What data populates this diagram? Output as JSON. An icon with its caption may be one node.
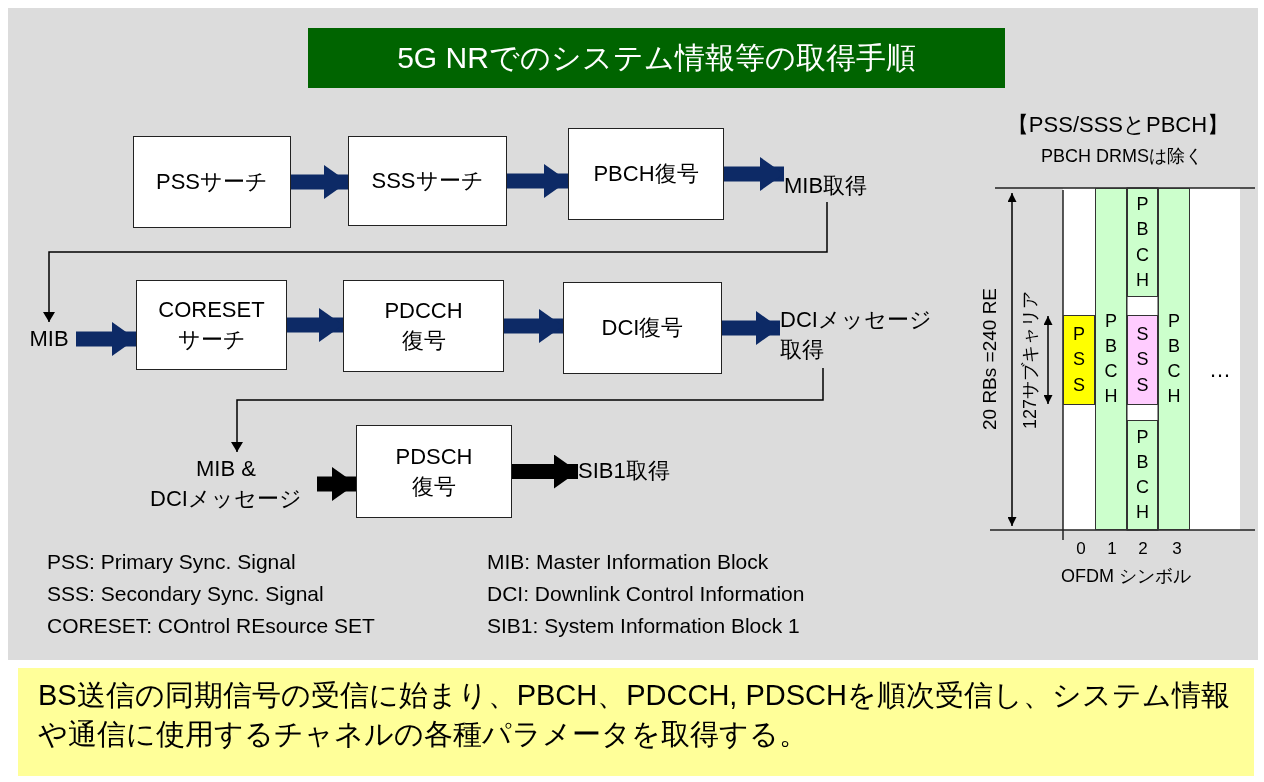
{
  "diagram": {
    "title": "5G NRでのシステム情報等の取得手順",
    "caption": "BS送信の同期信号の受信に始まり、PBCH、PDCCH, PDSCHを順次受信し、システム情報や通信に使用するチャネルの各種パラメータを取得する。",
    "nodes": [
      {
        "text": [
          "PSSサーチ"
        ]
      },
      {
        "text": [
          "SSSサーチ"
        ]
      },
      {
        "text": [
          "PBCH復号"
        ]
      },
      {
        "text": [
          "MIB取得"
        ]
      },
      {
        "text": [
          "MIB"
        ]
      },
      {
        "text": [
          "CORESET サーチ"
        ]
      },
      {
        "text": [
          "PDCCH 復号"
        ]
      },
      {
        "text": [
          "DCI復号"
        ]
      },
      {
        "text": [
          "DCIメッセージ取得"
        ]
      },
      {
        "text": [
          "MIB & DCIメッセージ"
        ]
      },
      {
        "text": [
          "PDSCH 復号"
        ]
      },
      {
        "text": [
          "SIB1取得"
        ]
      },
      {
        "text": [
          "PSS"
        ]
      },
      {
        "text": [
          "PBCH"
        ]
      },
      {
        "text": [
          "PBCH"
        ]
      },
      {
        "text": [
          "SSS"
        ]
      },
      {
        "text": [
          "PBCH"
        ]
      },
      {
        "text": [
          "PBCH"
        ]
      }
    ],
    "edges": [
      {
        "from": 0,
        "to": 1,
        "arrow": "to"
      },
      {
        "from": 1,
        "to": 2,
        "arrow": "to"
      },
      {
        "from": 2,
        "to": 3,
        "arrow": "to"
      },
      {
        "from": 3,
        "to": 4,
        "arrow": "to",
        "color": "#000000"
      },
      {
        "from": 4,
        "to": 5,
        "arrow": "to"
      },
      {
        "from": 5,
        "to": 6,
        "arrow": "to"
      },
      {
        "from": 6,
        "to": 7,
        "arrow": "to"
      },
      {
        "from": 7,
        "to": 8,
        "arrow": "to"
      },
      {
        "from": 8,
        "to": 9,
        "arrow": "to",
        "color": "#000000"
      },
      {
        "from": 9,
        "to": 10,
        "arrow": "to",
        "color": "#000000"
      },
      {
        "from": 10,
        "to": 11,
        "arrow": "to",
        "color": "#000000"
      }
    ],
    "labels": [
      "【PSS/SSSとPBCH】",
      "PBCH DRMSは除く",
      "20 RBs =240 RE",
      "127サブキャリア",
      "…",
      "0",
      "1",
      "2",
      "3",
      "OFDM シンボル",
      "PSS: Primary Sync. Signal",
      "MIB: Master Information Block",
      "SSS: Secondary Sync. Signal",
      "DCI: Downlink Control Information",
      "CORESET: COntrol REsource SET",
      "SIB1: System Information Block 1"
    ]
  }
}
